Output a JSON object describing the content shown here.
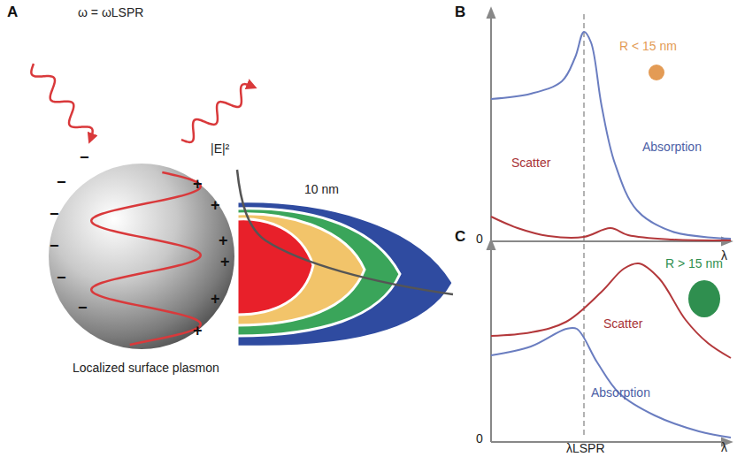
{
  "diagram": {
    "labels": [
      "A",
      "ω = ωLSPR",
      "B",
      "R < 15 nm",
      "|E|²",
      "10 nm",
      "−",
      "−",
      "−",
      "−",
      "−",
      "−",
      "+",
      "+",
      "+",
      "+",
      "+",
      "+",
      "Scatter",
      "Absorption",
      "0",
      "λ",
      "Localized surface plasmon",
      "C",
      "R > 15 nm",
      "Scatter",
      "Absorption",
      "0",
      "λ",
      "λLSPR"
    ]
  }
}
